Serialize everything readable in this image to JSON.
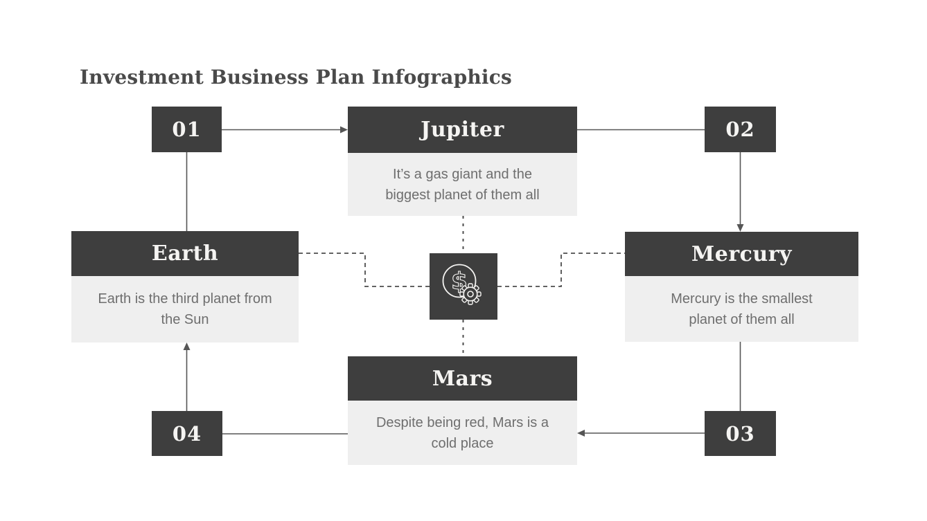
{
  "title": "Investment Business Plan Infographics",
  "colors": {
    "background": "#ffffff",
    "box-dark": "#3e3e3e",
    "box-light": "#efefef",
    "header-text": "#f5f4f2",
    "body-text": "#6e6e6e",
    "line": "#555555",
    "dash": "#4c4c4c",
    "title-text": "#4a4a4a"
  },
  "steps": [
    {
      "label": "01"
    },
    {
      "label": "02"
    },
    {
      "label": "03"
    },
    {
      "label": "04"
    }
  ],
  "planets": {
    "jupiter": {
      "name": "Jupiter",
      "description": "It’s a gas giant and the biggest planet of them all"
    },
    "earth": {
      "name": "Earth",
      "description": "Earth is the third planet from the Sun"
    },
    "mercury": {
      "name": "Mercury",
      "description": "Mercury is the smallest planet of them all"
    },
    "mars": {
      "name": "Mars",
      "description": "Despite being red, Mars is a cold place"
    }
  },
  "center_icon": {
    "name": "dollar-gear-icon",
    "glyph": "$"
  }
}
